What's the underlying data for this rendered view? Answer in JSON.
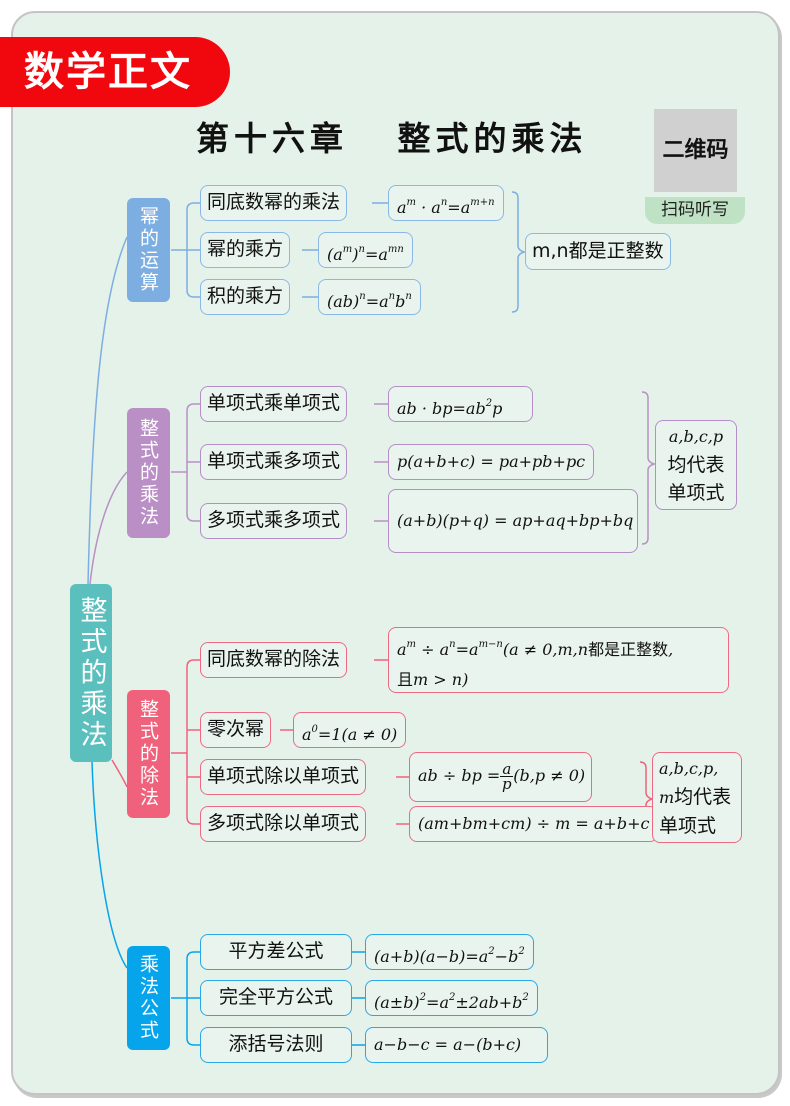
{
  "header": {
    "tag": "数学正文",
    "chapter": "第十六章",
    "title": "整式的乘法",
    "qr_code": "二维码",
    "qr_label": "扫码听写"
  },
  "colors": {
    "tag": "#f0080e",
    "root": "#5bbfbd",
    "power": "#7daee2",
    "multiply": "#b98fc5",
    "divide": "#f0627c",
    "formula": "#06a4ea",
    "background": "#e5f2ea"
  },
  "root": {
    "label": "整式的乘法"
  },
  "branches": [
    {
      "label": "幂的运算",
      "items": [
        {
          "name": "同底数幂的乘法",
          "formula": "aᵐ · aⁿ = aᵐ⁺ⁿ"
        },
        {
          "name": "幂的乘方",
          "formula": "(aᵐ)ⁿ = aᵐⁿ"
        },
        {
          "name": "积的乘方",
          "formula": "(ab)ⁿ = aⁿbⁿ"
        }
      ],
      "note": "m,n都是正整数"
    },
    {
      "label": "整式的乘法",
      "items": [
        {
          "name": "单项式乘单项式",
          "formula": "ab · bp = ab²p"
        },
        {
          "name": "单项式乘多项式",
          "formula": "p(a+b+c) = pa+pb+pc"
        },
        {
          "name": "多项式乘多项式",
          "formula": "(a+b)(p+q) = ap+aq+bp+bq"
        }
      ],
      "note_vars": "a,b,c,p",
      "note_text1": "均代表",
      "note_text2": "单项式"
    },
    {
      "label": "整式的除法",
      "items": [
        {
          "name": "同底数幂的除法",
          "formula_line1": "aᵐ ÷ aⁿ = aᵐ⁻ⁿ(a ≠ 0, m,n都是正整数,",
          "formula_line2": "且m > n)"
        },
        {
          "name": "零次幂",
          "formula": "a⁰ = 1(a ≠ 0)"
        },
        {
          "name": "单项式除以单项式",
          "formula_left": "ab ÷ bp =",
          "frac_num": "a",
          "frac_den": "p",
          "formula_right": "(b,p ≠ 0)"
        },
        {
          "name": "多项式除以单项式",
          "formula": "(am+bm+cm) ÷ m = a+b+c"
        }
      ],
      "note_vars": "a,b,c,p,",
      "note_var2": "m",
      "note_text1": "均代表",
      "note_text2": "单项式"
    },
    {
      "label": "乘法公式",
      "items": [
        {
          "name": "平方差公式",
          "formula": "(a+b)(a−b) = a²−b²"
        },
        {
          "name": "完全平方公式",
          "formula": "(a±b)² = a²±2ab+b²"
        },
        {
          "name": "添括号法则",
          "formula": "a−b−c = a−(b+c)"
        }
      ]
    }
  ]
}
